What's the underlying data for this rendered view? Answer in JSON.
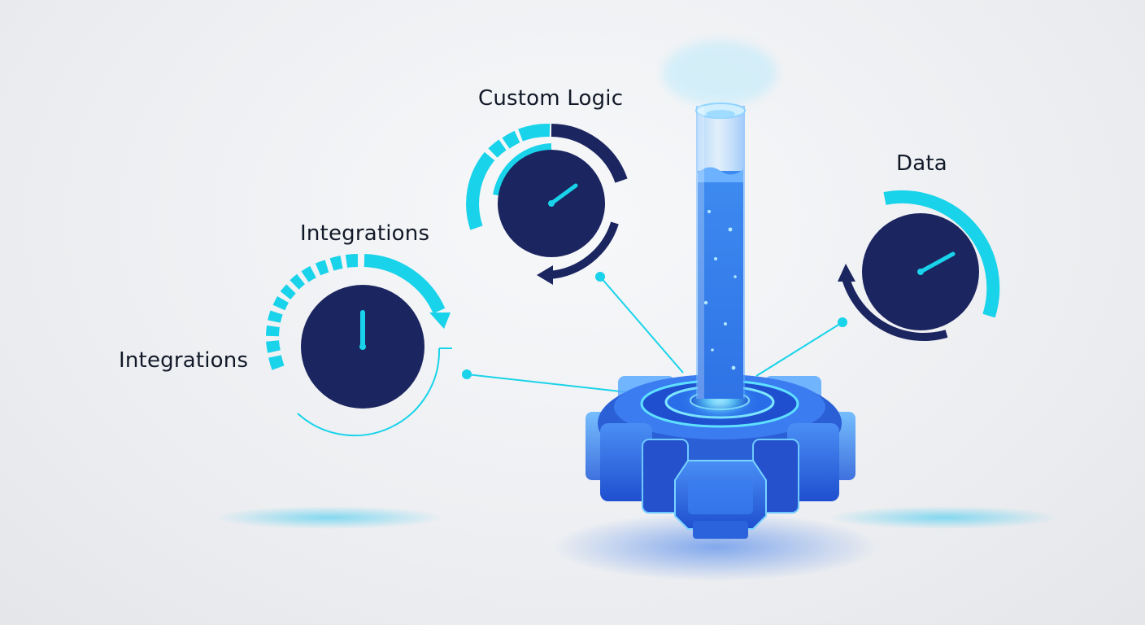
{
  "labels": {
    "custom_logic": "Custom Logic",
    "integrations_top": "Integrations",
    "integrations_left": "Integrations",
    "data": "Data"
  },
  "gauges": [
    {
      "name": "custom-logic-gauge",
      "level": 0.45
    },
    {
      "name": "integrations-gauge",
      "level": 0.5
    },
    {
      "name": "data-gauge",
      "level": 0.62
    }
  ],
  "colors": {
    "dial": "#1b2560",
    "accent": "#19d3ea",
    "ring": "#1b2560",
    "core": "#2a6de8",
    "glow": "#4fd9ff",
    "background": "#eceef1"
  },
  "icons": [
    "gauge-icon",
    "gear-hub-icon",
    "liquid-column-icon"
  ]
}
